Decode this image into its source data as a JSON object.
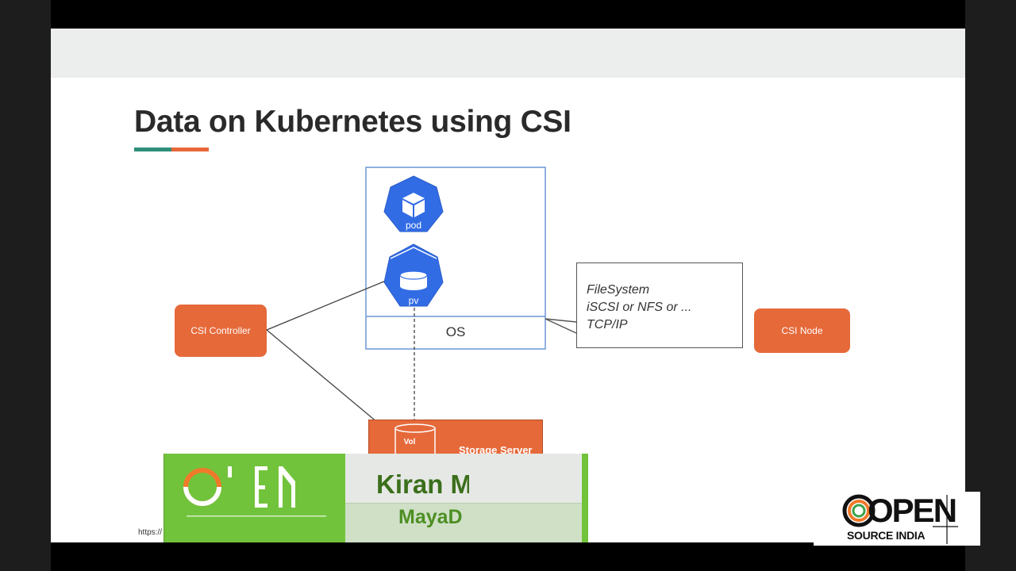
{
  "slide": {
    "title": "Data on Kubernetes using CSI",
    "accent_colors": [
      "#2f8f7a",
      "#e8673a"
    ]
  },
  "diagram": {
    "pod_label": "pod",
    "pv_label": "pv",
    "os_label": "OS",
    "csi_controller": "CSI Controller",
    "csi_node": "CSI Node",
    "protocol_lines": [
      "FileSystem",
      "iSCSI or NFS or ...",
      "TCP/IP"
    ],
    "vol_label": "Vol",
    "storage_server": "Storage Server",
    "url_fragment": "https://",
    "icons": [
      "kubernetes-pod-icon",
      "kubernetes-pv-icon",
      "volume-cylinder-icon"
    ],
    "kubernetes_blue": "#326ce5",
    "orange": "#e6693a"
  },
  "banner": {
    "name": "Kiran M",
    "org": "MayaD",
    "logo_partial": "OPEN",
    "green": "#72c33c"
  },
  "logo": {
    "open": "OPEN",
    "subtitle": "SOURCE INDIA"
  }
}
